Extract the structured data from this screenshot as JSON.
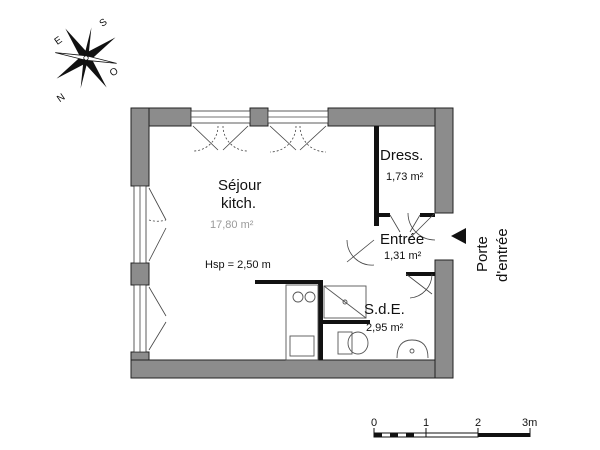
{
  "compass": {
    "label_n": "N",
    "label_s": "S",
    "label_e": "E",
    "label_o": "O"
  },
  "rooms": {
    "sejour": {
      "name_line1": "Séjour",
      "name_line2": "kitch.",
      "area": "17,80 m²",
      "height_note": "Hsp = 2,50 m"
    },
    "dressing": {
      "name": "Dress.",
      "area": "1,73 m²"
    },
    "entree": {
      "name": "Entrée",
      "area": "1,31 m²"
    },
    "sde": {
      "name": "S.d.E.",
      "area": "2,95 m²"
    }
  },
  "entrance": {
    "line1": "Porte",
    "line2": "d'entrée"
  },
  "scale": {
    "ticks": [
      "0",
      "1",
      "2",
      "3m"
    ]
  }
}
